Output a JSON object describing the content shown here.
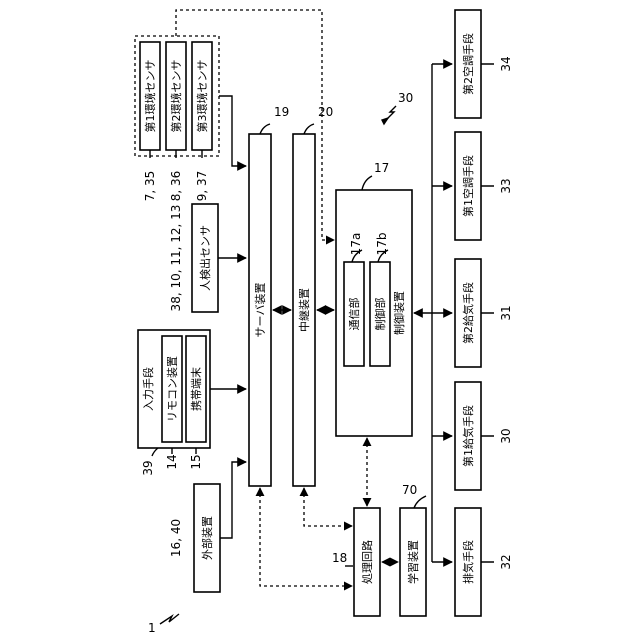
{
  "figure_number": "1",
  "system_number": "30",
  "sensor_group": {
    "sensors": [
      {
        "label": "第1環境センサ",
        "ref": "7, 35"
      },
      {
        "label": "第2環境センサ",
        "ref": "8, 36"
      },
      {
        "label": "第3環境センサ",
        "ref": "9, 37"
      }
    ]
  },
  "human_sensor": {
    "label": "人検出センサ",
    "ref": "38, 10, 11, 12, 13"
  },
  "input_means": {
    "label": "入力手段",
    "ref": "39",
    "remote": {
      "label": "リモコン装置",
      "ref": "14"
    },
    "mobile": {
      "label": "携帯端末",
      "ref": "15"
    }
  },
  "external_device": {
    "label": "外部装置",
    "ref": "16, 40"
  },
  "server": {
    "label": "サーバ装置",
    "ref": "19"
  },
  "relay": {
    "label": "中継装置",
    "ref": "20"
  },
  "control_device": {
    "label": "制御装置",
    "ref": "17",
    "comm": {
      "label": "通信部",
      "ref": "17a"
    },
    "ctrl": {
      "label": "制御部",
      "ref": "17b"
    }
  },
  "processing": {
    "label": "処理回路",
    "ref": "18"
  },
  "learning": {
    "label": "学習装置",
    "ref": "70"
  },
  "outputs": [
    {
      "label": "第2空調手段",
      "ref": "34"
    },
    {
      "label": "第1空調手段",
      "ref": "33"
    },
    {
      "label": "第2給気手段",
      "ref": "31"
    },
    {
      "label": "第1給気手段",
      "ref": "30"
    },
    {
      "label": "排気手段",
      "ref": "32"
    }
  ]
}
